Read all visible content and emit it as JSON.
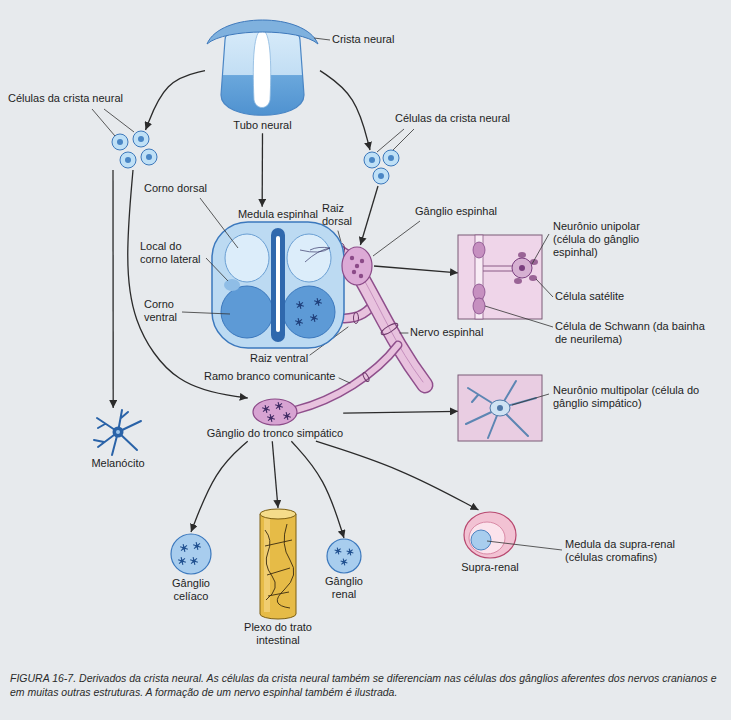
{
  "diagram": {
    "caption": "FIGURA 16-7. Derivados da crista neural. As células da crista neural também se diferenciam nas células dos gânglios aferentes dos nervos cranianos e em muitas outras estruturas. A formação de um nervo espinhal também é ilustrada.",
    "nodes": [
      {
        "text": [
          "Crista neural",
          "Tubo neural"
        ]
      },
      {
        "text": [
          "Células da crista neural"
        ]
      },
      {
        "text": [
          "Células da crista neural"
        ]
      },
      {
        "text": [
          "Corno dorsal",
          "Medula espinhal",
          "Local do corno lateral",
          "Corno ventral"
        ]
      },
      {
        "text": [
          "Gânglio espinhal"
        ]
      },
      {
        "text": [
          "Neurônio unipolar (célula do gânglio espinhal)",
          "Célula satélite",
          "Célula de Schwann (da bainha de neurilema)"
        ]
      },
      {
        "text": [
          "Melanócito"
        ]
      },
      {
        "text": [
          "Neurônio multipolar (célula do gânglio simpático)"
        ]
      },
      {
        "text": [
          "Gânglio do tronco simpático"
        ]
      },
      {
        "text": [
          "Gânglio celíaco"
        ]
      },
      {
        "text": [
          "Plexo do trato intestinal"
        ]
      },
      {
        "text": [
          "Gânglio renal"
        ]
      },
      {
        "text": [
          "Supra-renal",
          "Medula da supra-renal (células cromafins)"
        ]
      }
    ],
    "edges": [
      {
        "from": 0,
        "to": 1,
        "arrow": "to"
      },
      {
        "from": 0,
        "to": 2,
        "arrow": "to"
      },
      {
        "from": 0,
        "to": 3,
        "arrow": "to"
      },
      {
        "from": 2,
        "to": 4,
        "arrow": "to"
      },
      {
        "from": 4,
        "to": 5,
        "arrow": "to"
      },
      {
        "from": 1,
        "to": 6,
        "arrow": "to"
      },
      {
        "from": 1,
        "to": 8,
        "arrow": "to"
      },
      {
        "from": 8,
        "to": 7,
        "arrow": "to"
      },
      {
        "from": 8,
        "to": 9,
        "arrow": "to"
      },
      {
        "from": 8,
        "to": 10,
        "arrow": "to"
      },
      {
        "from": 8,
        "to": 11,
        "arrow": "to"
      },
      {
        "from": 8,
        "to": 12,
        "arrow": "to"
      }
    ],
    "labels": [
      "Raiz dorsal",
      "Nervo espinhal",
      "Raiz ventral",
      "Ramo branco comunicante"
    ]
  }
}
